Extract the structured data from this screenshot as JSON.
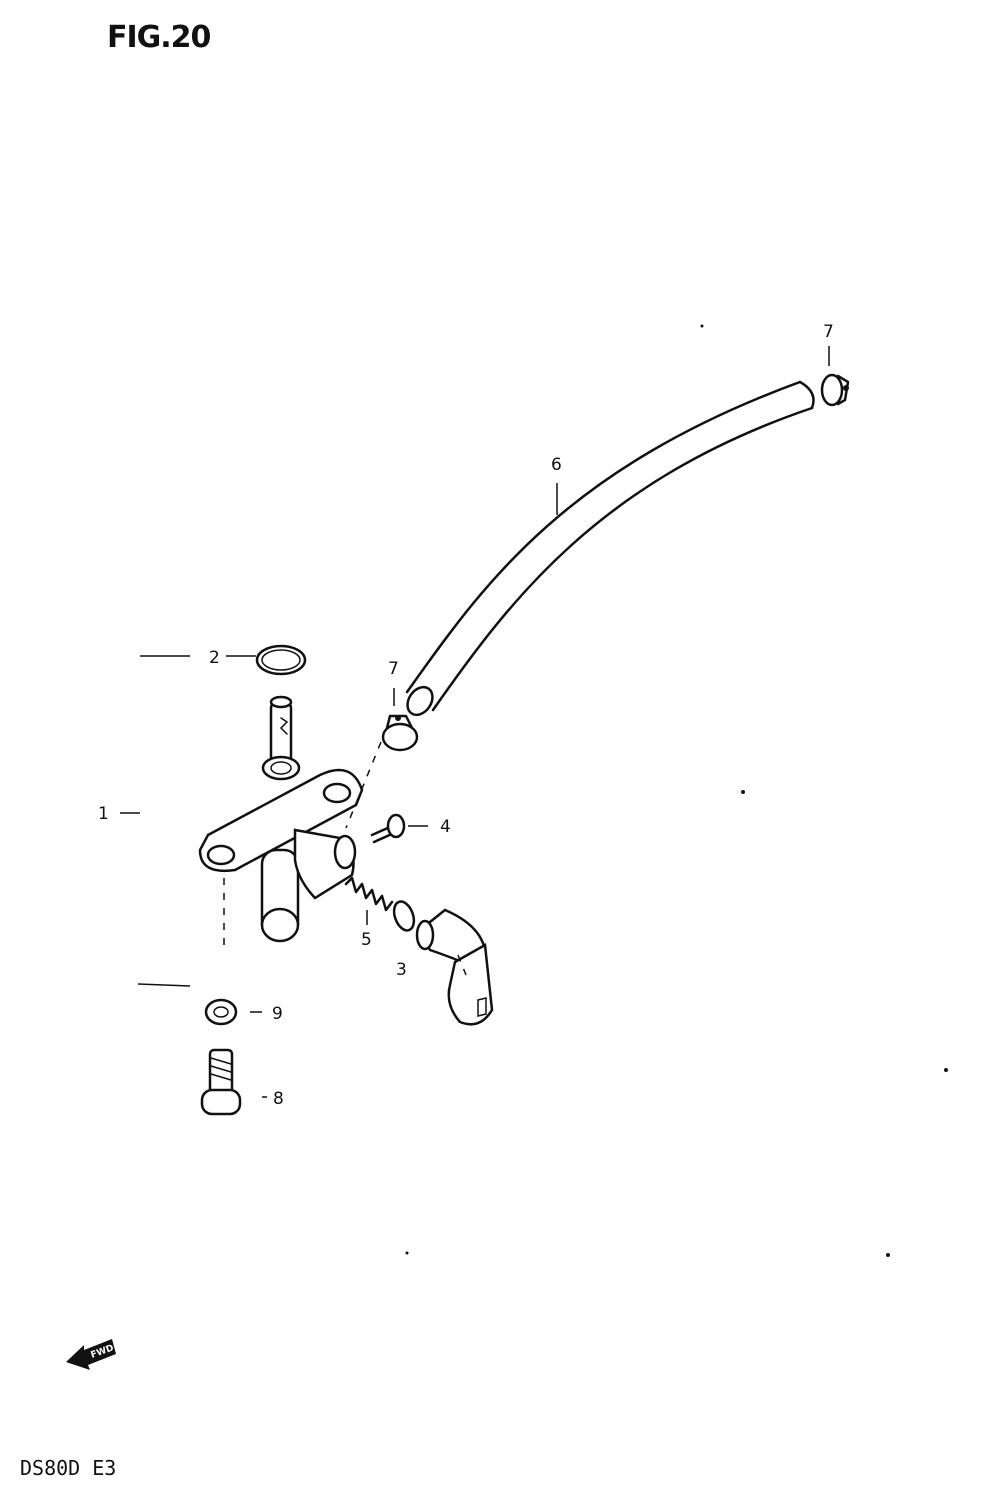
{
  "figure": {
    "title": "FIG.20"
  },
  "model": "DS80D  E3",
  "front_arrow_label": "FWD",
  "callouts": {
    "c1": "1",
    "c2": "2",
    "c3": "3",
    "c4": "4",
    "c5": "5",
    "c6": "6",
    "c7_top": "7",
    "c7_mid": "7",
    "c8": "8",
    "c9": "9"
  }
}
